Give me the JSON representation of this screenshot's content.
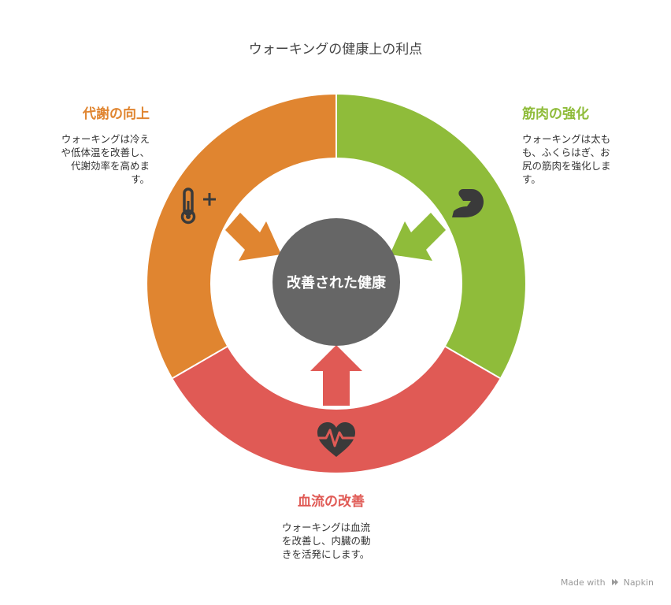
{
  "title": "ウォーキングの健康上の利点",
  "center": {
    "label": "改善された健康"
  },
  "sections": {
    "metabolism": {
      "title": "代謝の向上",
      "desc_lines": [
        "ウォーキングは冷え",
        "や低体温を改善し、",
        "代謝効率を高めま",
        "す。"
      ],
      "color": "#E08530",
      "icon": "thermometer-plus-icon"
    },
    "muscle": {
      "title": "筋肉の強化",
      "desc_lines": [
        "ウォーキングは太も",
        "も、ふくらはぎ、お",
        "尻の筋肉を強化しま",
        "す。"
      ],
      "color": "#8FBC3A",
      "icon": "flexed-bicep-icon"
    },
    "circulation": {
      "title": "血流の改善",
      "desc_lines": [
        "ウォーキングは血流",
        "を改善し、内臓の動",
        "きを活発にします。"
      ],
      "color": "#E05A55",
      "icon": "heart-pulse-icon"
    }
  },
  "colors": {
    "center": "#666666",
    "text": "#333333"
  },
  "brand": {
    "prefix": "Made with",
    "name": "Napkin"
  }
}
